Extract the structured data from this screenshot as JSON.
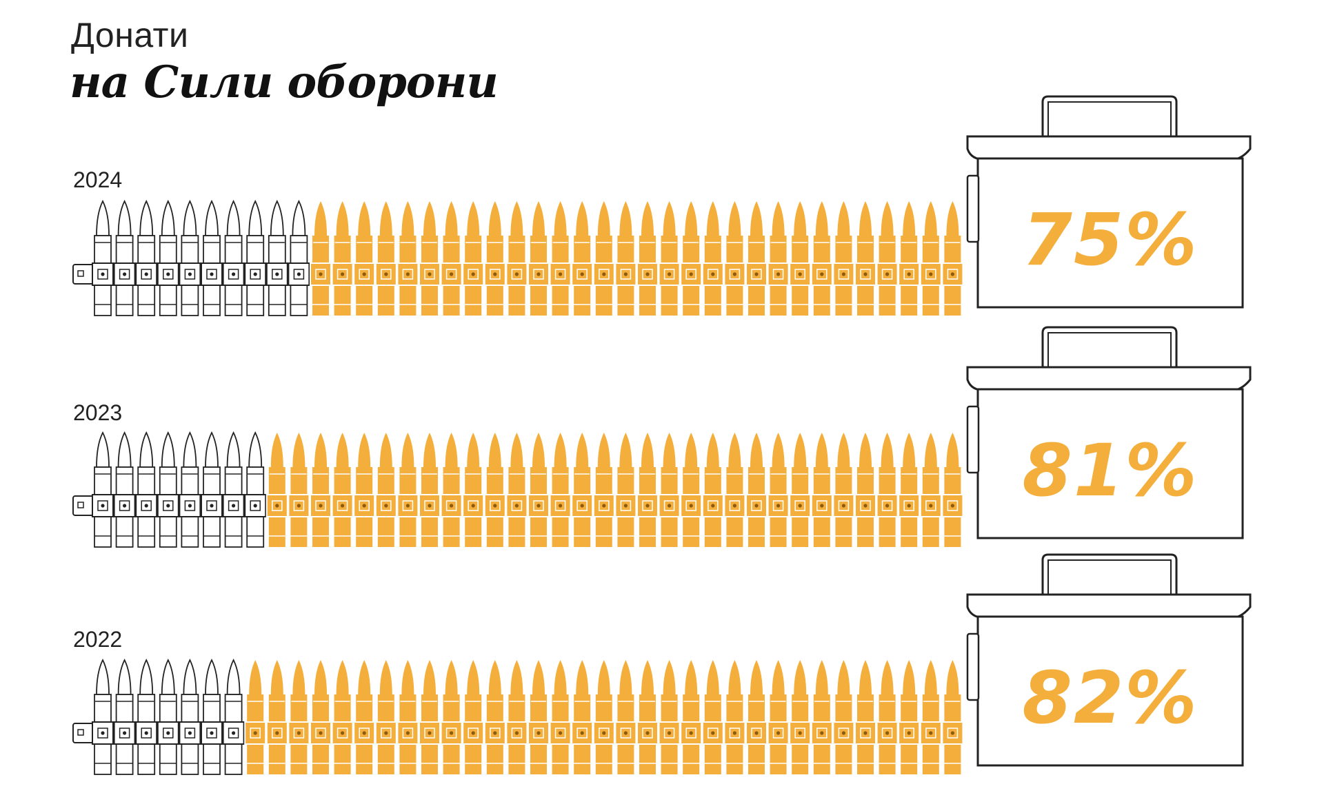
{
  "title_line1": "Донати",
  "title_line2": "на Сили оборони",
  "colors": {
    "filled": "#F4AE3B",
    "outline": "#222222",
    "background": "#ffffff"
  },
  "chart_data": {
    "type": "bar",
    "unit": "%",
    "categories": [
      "2024",
      "2023",
      "2022"
    ],
    "values": [
      75,
      81,
      82
    ],
    "value_labels": [
      "75%",
      "81%",
      "82%"
    ],
    "bullets_total": 40,
    "bullets_empty": [
      10,
      8,
      7
    ]
  }
}
